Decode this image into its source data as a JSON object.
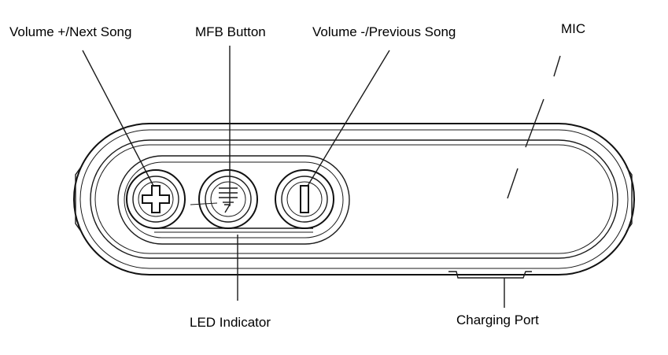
{
  "labels": {
    "volume_next": "Volume +/Next Song",
    "mfb": "MFB Button",
    "volume_prev": "Volume -/Previous Song",
    "mic": "MIC",
    "led": "LED Indicator",
    "charging": "Charging Port"
  },
  "colors": {
    "line": "#1a1a1a",
    "background": "#ffffff"
  }
}
